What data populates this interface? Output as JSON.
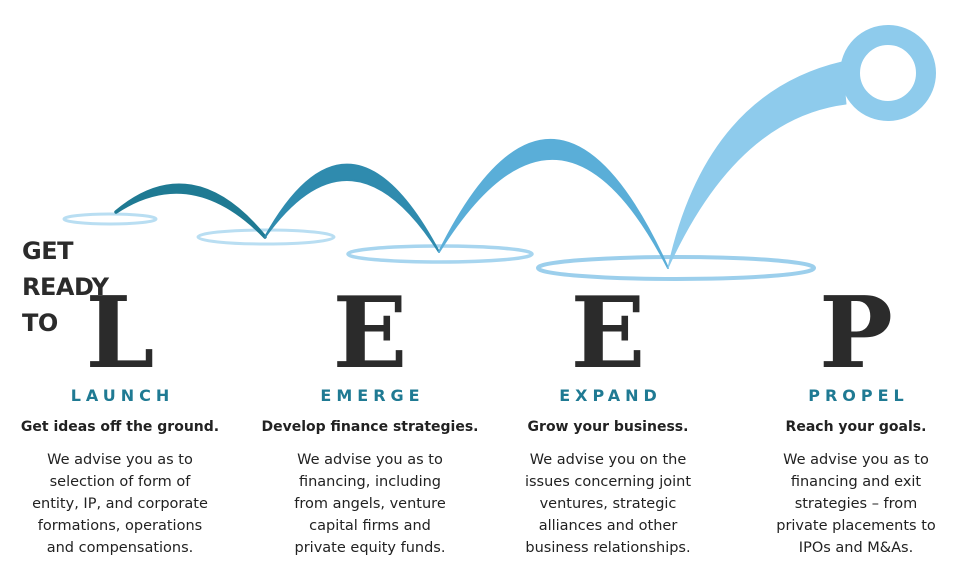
{
  "headline": {
    "line1": "GET",
    "line2": "READY",
    "line3": "TO"
  },
  "colors": {
    "accent": "#1f7a93",
    "arc_dark": "#1f7a93",
    "arc_light": "#8ecbec",
    "ring": "#8ecbec",
    "text": "#222222",
    "letter": "#2b2b2b"
  },
  "stages": [
    {
      "letter": "L",
      "name": "LAUNCH",
      "tagline": "Get ideas off the ground.",
      "description": "We advise you as to selection of form of entity, IP, and corporate formations, operations and compensations."
    },
    {
      "letter": "E",
      "name": "EMERGE",
      "tagline": "Develop finance strategies.",
      "description": "We advise you as to financing, including from angels, venture capital firms and private equity funds."
    },
    {
      "letter": "E",
      "name": "EXPAND",
      "tagline": "Grow your business.",
      "description": "We advise you on the issues concerning joint ventures, strategic alliances and other business relationships."
    },
    {
      "letter": "P",
      "name": "PROPEL",
      "tagline": "Reach your goals.",
      "description": "We advise you as to financing and exit strategies – from private placements to IPOs and M&As."
    }
  ]
}
